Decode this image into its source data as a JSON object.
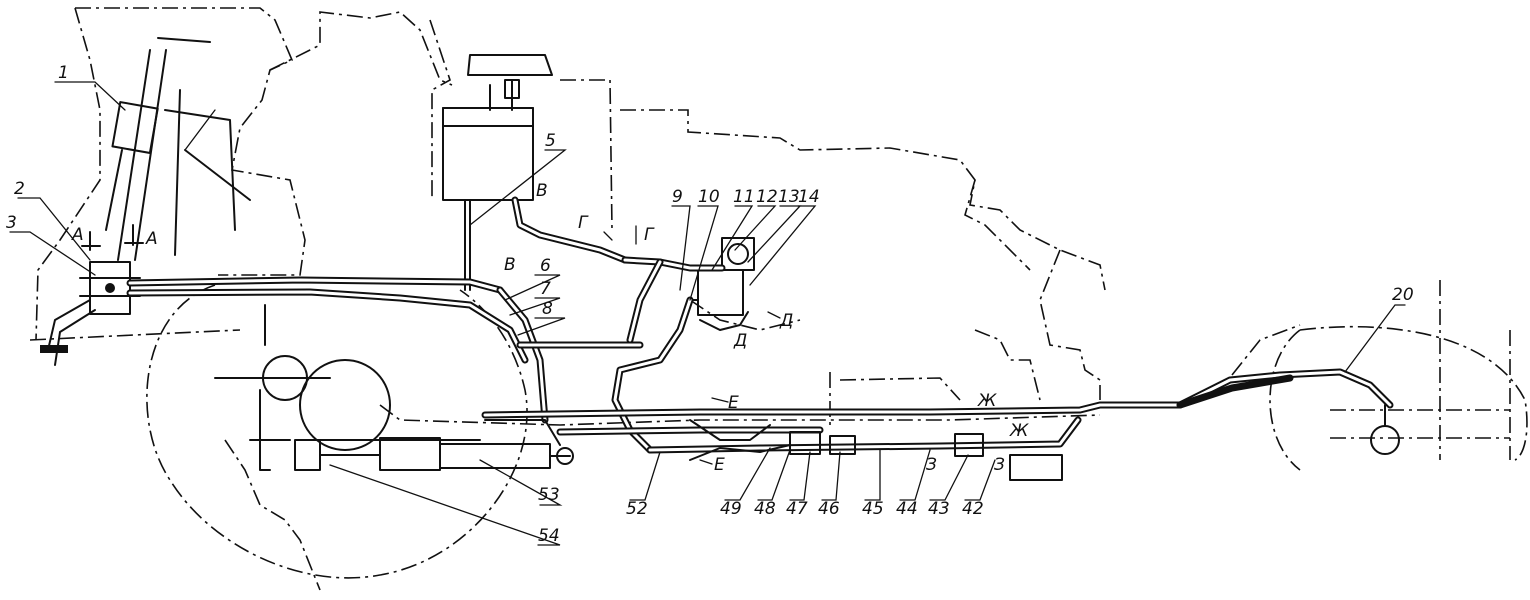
{
  "labels": [
    {
      "id": "1",
      "text": "1"
    },
    {
      "id": "2",
      "text": "2"
    },
    {
      "id": "3",
      "text": "3"
    },
    {
      "id": "5",
      "text": "5"
    },
    {
      "id": "6",
      "text": "6"
    },
    {
      "id": "7",
      "text": "7"
    },
    {
      "id": "8",
      "text": "8"
    },
    {
      "id": "9",
      "text": "9"
    },
    {
      "id": "10",
      "text": "10"
    },
    {
      "id": "11",
      "text": "11"
    },
    {
      "id": "12",
      "text": "12"
    },
    {
      "id": "13",
      "text": "13"
    },
    {
      "id": "14",
      "text": "14"
    },
    {
      "id": "20",
      "text": "20"
    },
    {
      "id": "42",
      "text": "42"
    },
    {
      "id": "43",
      "text": "43"
    },
    {
      "id": "44",
      "text": "44"
    },
    {
      "id": "45",
      "text": "45"
    },
    {
      "id": "46",
      "text": "46"
    },
    {
      "id": "47",
      "text": "47"
    },
    {
      "id": "48",
      "text": "48"
    },
    {
      "id": "49",
      "text": "49"
    },
    {
      "id": "52",
      "text": "52"
    },
    {
      "id": "53",
      "text": "53"
    },
    {
      "id": "54",
      "text": "54"
    }
  ],
  "sections": {
    "A": "А",
    "V": "В",
    "G": "Г",
    "D": "Д",
    "E": "Е",
    "ZH": "Ж",
    "Z": "З"
  }
}
